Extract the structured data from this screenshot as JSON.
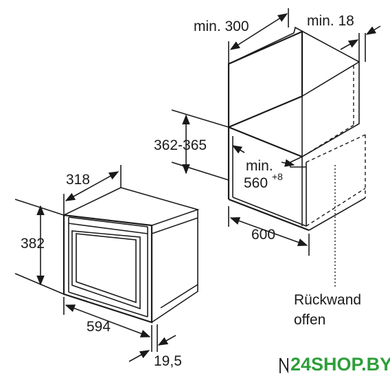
{
  "labels": {
    "cabinet_depth": "min. 300",
    "side_gap": "min. 18",
    "niche_height": "362-365",
    "niche_depth_prefix": "min.",
    "niche_depth_value": "560",
    "niche_depth_tolerance": "+8",
    "niche_width": "600",
    "back_wall": "Rückwand",
    "back_wall_state": "offen",
    "oven_depth": "318",
    "oven_height": "382",
    "oven_width": "594",
    "front_offset": "19,5"
  },
  "watermark": {
    "text": "24SHOP.BY",
    "color": "#2e9e3a"
  }
}
